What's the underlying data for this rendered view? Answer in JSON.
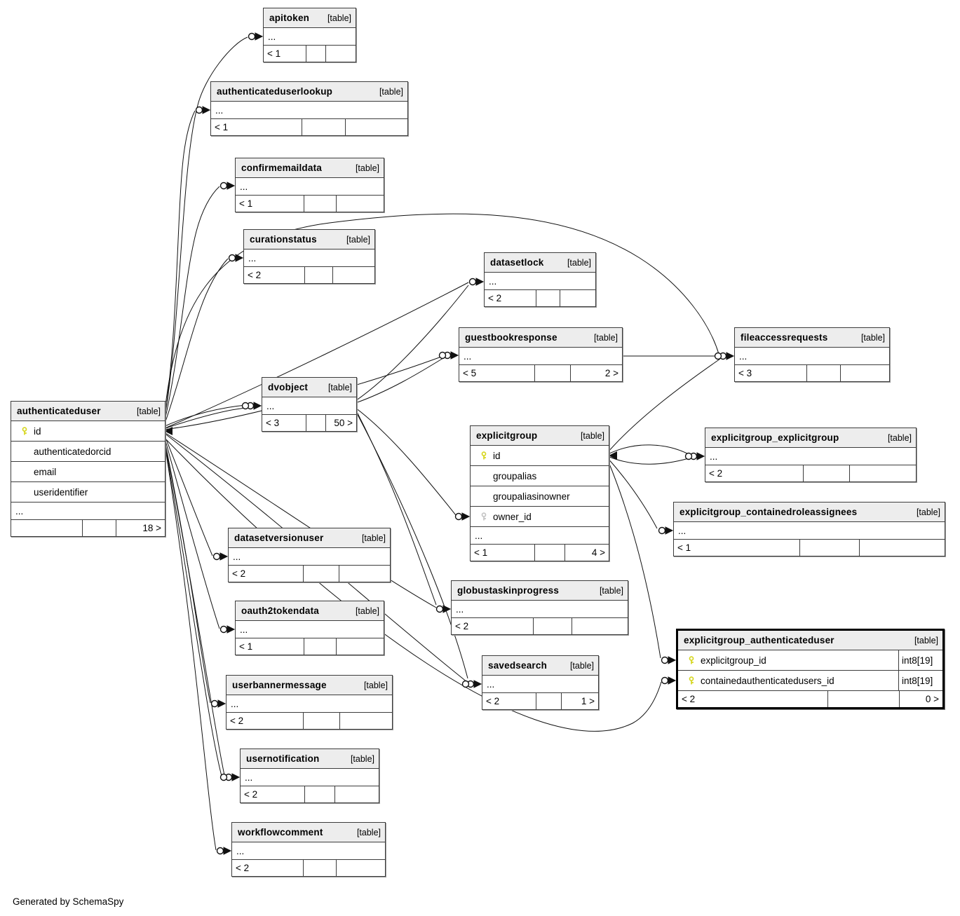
{
  "note": "Generated by SchemaSpy",
  "labels": {
    "table_badge": "[table]"
  },
  "colors": {
    "header_bg": "#ededed",
    "table_border": "#3c3c3c",
    "highlight_border": "#000000",
    "primary_key_icon": "#d6d61e",
    "foreign_key_icon": "#c4c4c4",
    "relationship_line": "#111111",
    "background": "#ffffff"
  },
  "tables": [
    {
      "name": "apitoken",
      "rows": [
        {
          "label": "..."
        }
      ],
      "footer": [
        "< 1",
        "",
        ""
      ]
    },
    {
      "name": "authenticateduserlookup",
      "rows": [
        {
          "label": "..."
        }
      ],
      "footer": [
        "< 1",
        "",
        ""
      ]
    },
    {
      "name": "confirmemaildata",
      "rows": [
        {
          "label": "..."
        }
      ],
      "footer": [
        "< 1",
        "",
        ""
      ]
    },
    {
      "name": "curationstatus",
      "rows": [
        {
          "label": "..."
        }
      ],
      "footer": [
        "< 2",
        "",
        ""
      ]
    },
    {
      "name": "datasetlock",
      "rows": [
        {
          "label": "..."
        }
      ],
      "footer": [
        "< 2",
        "",
        ""
      ]
    },
    {
      "name": "guestbookresponse",
      "rows": [
        {
          "label": "..."
        }
      ],
      "footer": [
        "< 5",
        "",
        "2 >"
      ]
    },
    {
      "name": "fileaccessrequests",
      "rows": [
        {
          "label": "..."
        }
      ],
      "footer": [
        "< 3",
        "",
        ""
      ]
    },
    {
      "name": "dvobject",
      "rows": [
        {
          "label": "..."
        }
      ],
      "footer": [
        "< 3",
        "",
        "50 >"
      ]
    },
    {
      "name": "authenticateduser",
      "rows": [
        {
          "label": "id",
          "key": "pk"
        },
        {
          "label": "authenticatedorcid"
        },
        {
          "label": "email"
        },
        {
          "label": "useridentifier"
        },
        {
          "label": "..."
        }
      ],
      "footer": [
        "",
        "",
        "18 >"
      ]
    },
    {
      "name": "explicitgroup",
      "rows": [
        {
          "label": "id",
          "key": "pk"
        },
        {
          "label": "groupalias"
        },
        {
          "label": "groupaliasinowner"
        },
        {
          "label": "owner_id",
          "key": "fk"
        },
        {
          "label": "..."
        }
      ],
      "footer": [
        "< 1",
        "",
        "4 >"
      ]
    },
    {
      "name": "explicitgroup_explicitgroup",
      "rows": [
        {
          "label": "..."
        }
      ],
      "footer": [
        "< 2",
        "",
        ""
      ]
    },
    {
      "name": "explicitgroup_containedroleassignees",
      "rows": [
        {
          "label": "..."
        }
      ],
      "footer": [
        "< 1",
        "",
        ""
      ]
    },
    {
      "name": "datasetversionuser",
      "rows": [
        {
          "label": "..."
        }
      ],
      "footer": [
        "< 2",
        "",
        ""
      ]
    },
    {
      "name": "oauth2tokendata",
      "rows": [
        {
          "label": "..."
        }
      ],
      "footer": [
        "< 1",
        "",
        ""
      ]
    },
    {
      "name": "globustaskinprogress",
      "rows": [
        {
          "label": "..."
        }
      ],
      "footer": [
        "< 2",
        "",
        ""
      ]
    },
    {
      "name": "userbannermessage",
      "rows": [
        {
          "label": "..."
        }
      ],
      "footer": [
        "< 2",
        "",
        ""
      ]
    },
    {
      "name": "savedsearch",
      "rows": [
        {
          "label": "..."
        }
      ],
      "footer": [
        "< 2",
        "",
        "1 >"
      ]
    },
    {
      "name": "explicitgroup_authenticateduser",
      "rows": [
        {
          "label": "explicitgroup_id",
          "key": "pk",
          "type": "int8[19]"
        },
        {
          "label": "containedauthenticatedusers_id",
          "key": "pk",
          "type": "int8[19]"
        }
      ],
      "footer": [
        "< 2",
        "",
        "0 >"
      ]
    },
    {
      "name": "usernotification",
      "rows": [
        {
          "label": "..."
        }
      ],
      "footer": [
        "< 2",
        "",
        ""
      ]
    },
    {
      "name": "workflowcomment",
      "rows": [
        {
          "label": "..."
        }
      ],
      "footer": [
        "< 2",
        "",
        ""
      ]
    }
  ]
}
